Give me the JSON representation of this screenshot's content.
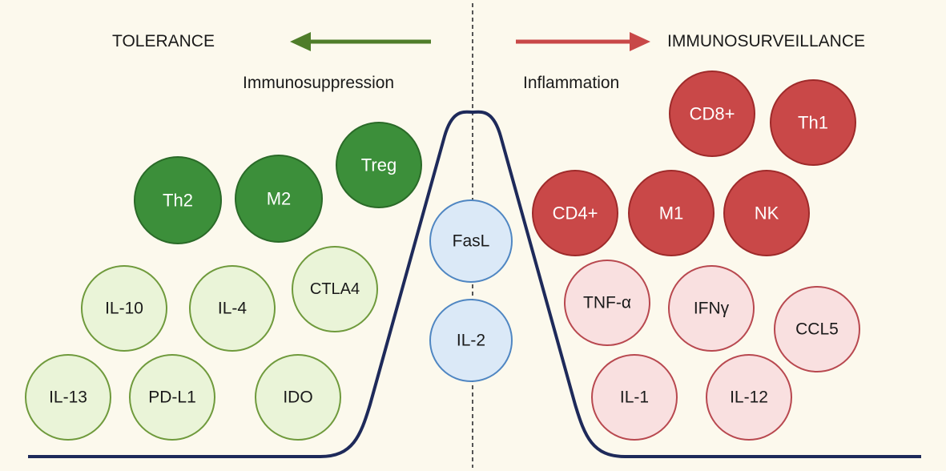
{
  "header": {
    "left_title": "TOLERANCE",
    "right_title": "IMMUNOSURVEILLANCE",
    "left_subtitle": "Immunosuppression",
    "right_subtitle": "Inflammation"
  },
  "colors": {
    "background": "#fcf9ed",
    "curve": "#1e2a5a",
    "divider": "#555555",
    "arrow_left": "#4f7d2a",
    "arrow_right": "#c84848",
    "tolerance_cell_fill": "#3c8f3a",
    "tolerance_cell_stroke": "#2a6a28",
    "tolerance_molecule_fill": "#eaf4d8",
    "tolerance_molecule_stroke": "#6f9a3c",
    "center_fill": "#dbe9f7",
    "center_stroke": "#4f86c2",
    "surveillance_cell_fill": "#c94848",
    "surveillance_cell_stroke": "#9e2a2a",
    "surveillance_molecule_fill": "#f9e0e0",
    "surveillance_molecule_stroke": "#b8484f"
  },
  "nodes": {
    "treg": "Treg",
    "th2": "Th2",
    "m2": "M2",
    "il10": "IL-10",
    "il4": "IL-4",
    "ctla4": "CTLA4",
    "il13": "IL-13",
    "pdl1": "PD-L1",
    "ido": "IDO",
    "fasl": "FasL",
    "il2": "IL-2",
    "cd8": "CD8+",
    "th1": "Th1",
    "cd4": "CD4+",
    "m1": "M1",
    "nk": "NK",
    "tnfa": "TNF-α",
    "ifng": "IFNγ",
    "ccl5": "CCL5",
    "il1": "IL-1",
    "il12": "IL-12"
  }
}
